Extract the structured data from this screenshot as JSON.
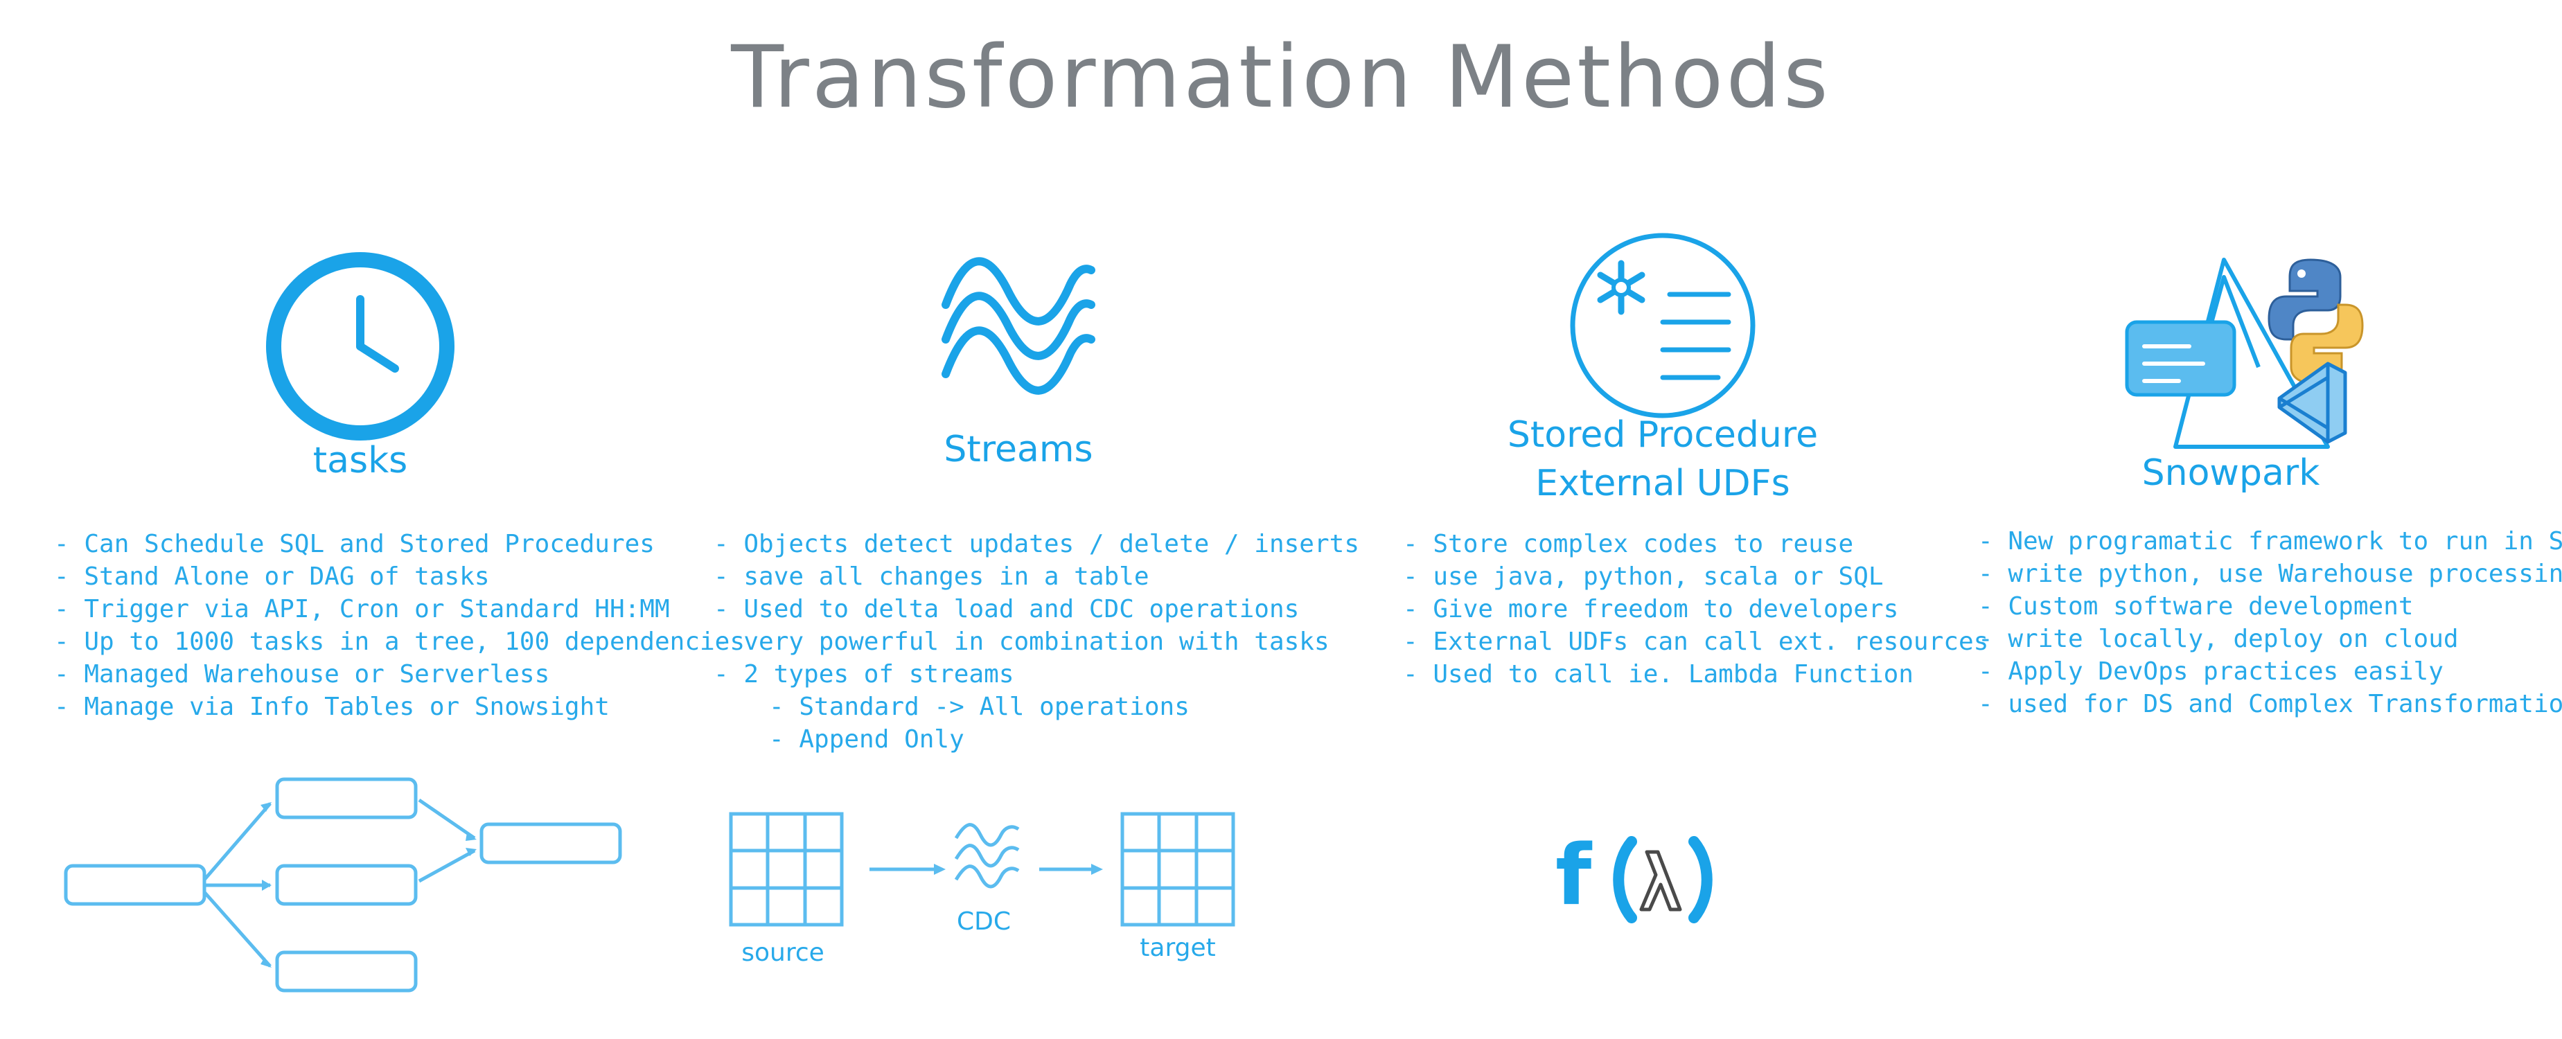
{
  "title": "Transformation Methods",
  "columns": [
    {
      "label": "tasks",
      "bullets": [
        "Can Schedule SQL and Stored Procedures",
        "Stand Alone or DAG of tasks",
        "Trigger via API, Cron or Standard HH:MM",
        "Up to 1000 tasks in a tree, 100 dependencies",
        "Managed Warehouse or Serverless",
        "Manage via Info Tables or Snowsight"
      ]
    },
    {
      "label": "Streams",
      "bullets": [
        "Objects detect updates / delete / inserts",
        "save all changes in a table",
        "Used to delta load and CDC operations",
        "very powerful in combination with tasks",
        "2 types of streams"
      ],
      "sub_bullets": [
        "Standard -> All operations",
        "Append Only"
      ]
    },
    {
      "label_line1": "Stored Procedure",
      "label_line2": "External UDFs",
      "bullets": [
        "Store complex codes to reuse",
        "use java, python, scala or SQL",
        "Give more freedom to developers",
        "External UDFs can call ext. resources",
        "Used to call ie. Lambda Function"
      ]
    },
    {
      "label": "Snowpark",
      "bullets": [
        "New programatic framework to run in SF",
        "write python, use Warehouse processing",
        "Custom software development",
        "write locally, deploy on cloud",
        "Apply DevOps practices easily",
        "used for DS and Complex Transformations"
      ]
    }
  ],
  "streams_diagram": {
    "source": "source",
    "cdc": "CDC",
    "target": "target"
  },
  "function_symbol": "f",
  "colors": {
    "title": "#7c8186",
    "accent": "#1aa3e8",
    "text": "#27a9ea",
    "python_blue": "#4f86c6",
    "python_yellow": "#f6c65b"
  },
  "icons": [
    "clock-icon",
    "wave-icon",
    "snowflake-scroll-icon",
    "snowpark-icon",
    "lambda-icon"
  ]
}
